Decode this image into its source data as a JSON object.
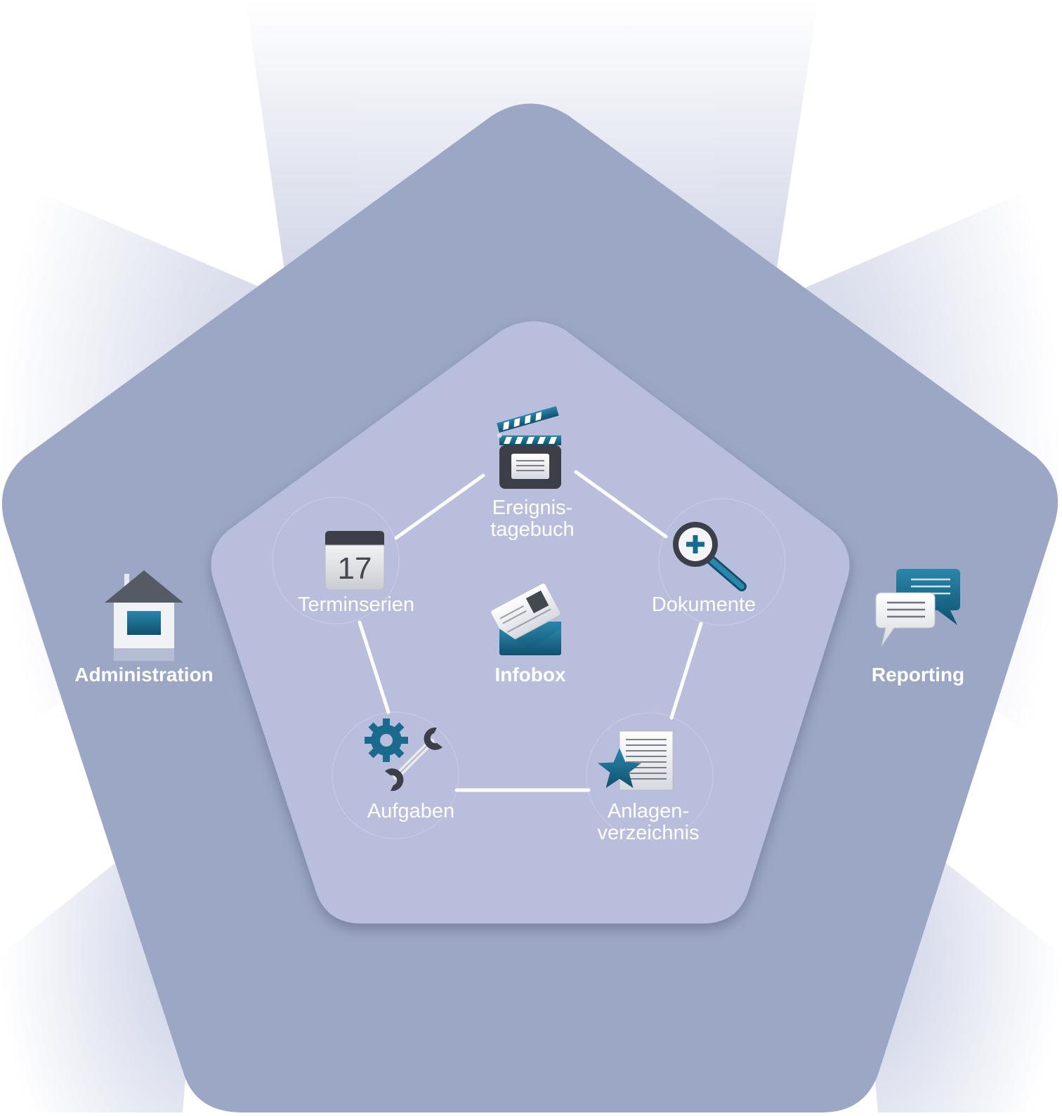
{
  "colors": {
    "outer_pentagon": "#9ca7c6",
    "inner_pentagon": "#b8bedb",
    "accent": "#1a6a8e",
    "connector": "#ffffff",
    "label": "#ffffff"
  },
  "outer": {
    "administration": {
      "label": "Administration",
      "icon": "house-icon"
    },
    "reporting": {
      "label": "Reporting",
      "icon": "speech-bubbles-icon"
    }
  },
  "center": {
    "label": "Infobox",
    "icon": "envelope-card-icon"
  },
  "cycle": {
    "ereignistagebuch": {
      "line1": "Ereignis-",
      "line2": "tagebuch",
      "icon": "clapperboard-icon"
    },
    "dokumente": {
      "label": "Dokumente",
      "icon": "magnifier-plus-icon"
    },
    "anlagenverzeichnis": {
      "line1": "Anlagen-",
      "line2": "verzeichnis",
      "icon": "document-star-icon"
    },
    "aufgaben": {
      "label": "Aufgaben",
      "icon": "gear-wrench-icon"
    },
    "terminserien": {
      "label": "Terminserien",
      "icon": "calendar-icon",
      "calendar_day": "17"
    }
  }
}
